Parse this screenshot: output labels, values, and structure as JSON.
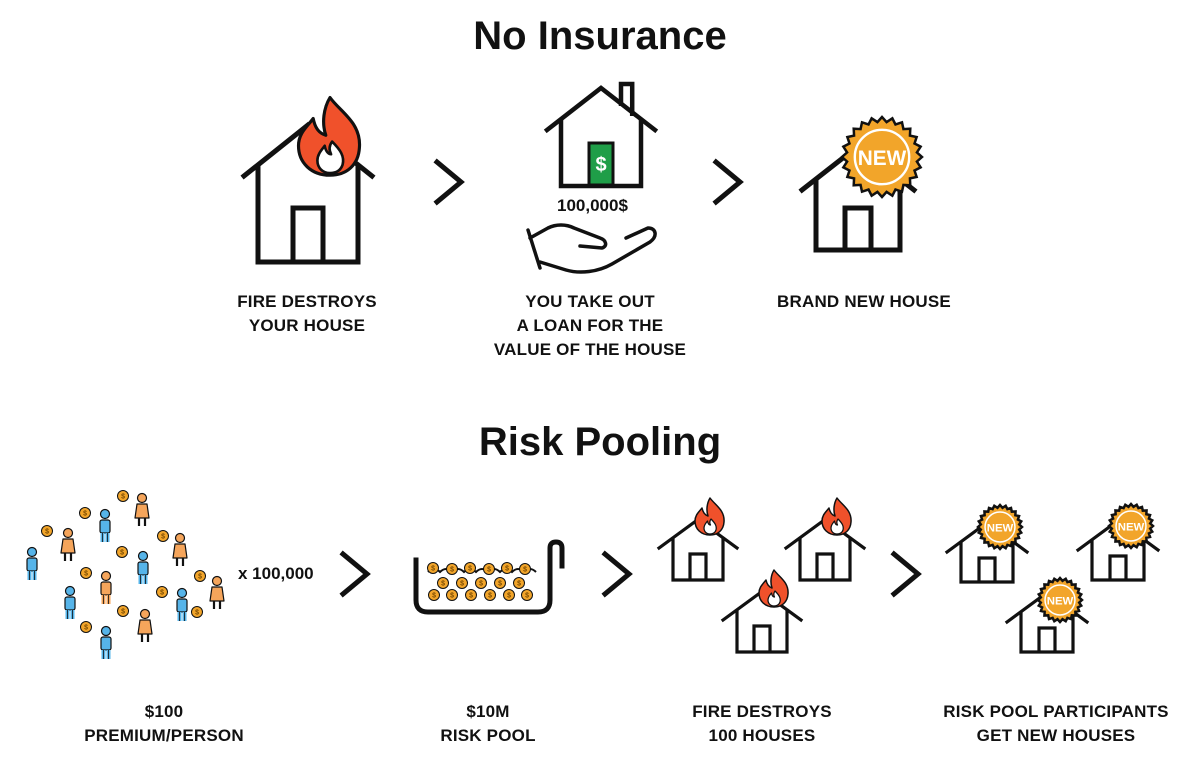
{
  "sections": {
    "no_insurance": {
      "title": "No Insurance",
      "steps": [
        {
          "lines": [
            "FIRE DESTROYS",
            "YOUR HOUSE"
          ],
          "icon": "burning-house-icon"
        },
        {
          "lines": [
            "YOU TAKE OUT",
            "A LOAN FOR THE",
            "VALUE OF THE HOUSE"
          ],
          "icon": "house-loan-icon",
          "amount": "100,000$"
        },
        {
          "lines": [
            "BRAND NEW HOUSE"
          ],
          "icon": "new-house-icon"
        }
      ]
    },
    "risk_pooling": {
      "title": "Risk Pooling",
      "multiplier": "x 100,000",
      "steps": [
        {
          "lines": [
            "$100",
            "PREMIUM/PERSON"
          ],
          "icon": "people-with-coins-icon"
        },
        {
          "lines": [
            "$10M",
            "RISK POOL"
          ],
          "icon": "coin-pool-icon"
        },
        {
          "lines": [
            "FIRE DESTROYS",
            "100 HOUSES"
          ],
          "icon": "burning-houses-icon"
        },
        {
          "lines": [
            "RISK POOL PARTICIPANTS",
            "GET NEW HOUSES"
          ],
          "icon": "new-houses-icon"
        }
      ]
    }
  },
  "badge_text": "NEW",
  "coin_symbol": "$",
  "colors": {
    "flame": "#f0512b",
    "flame_inner": "#ffffff",
    "badge": "#f2a52a",
    "coin": "#f2a52a",
    "money": "#1f9e48",
    "person_blue": "#56b4e9",
    "person_orange": "#f5a55b",
    "stroke": "#111111"
  }
}
